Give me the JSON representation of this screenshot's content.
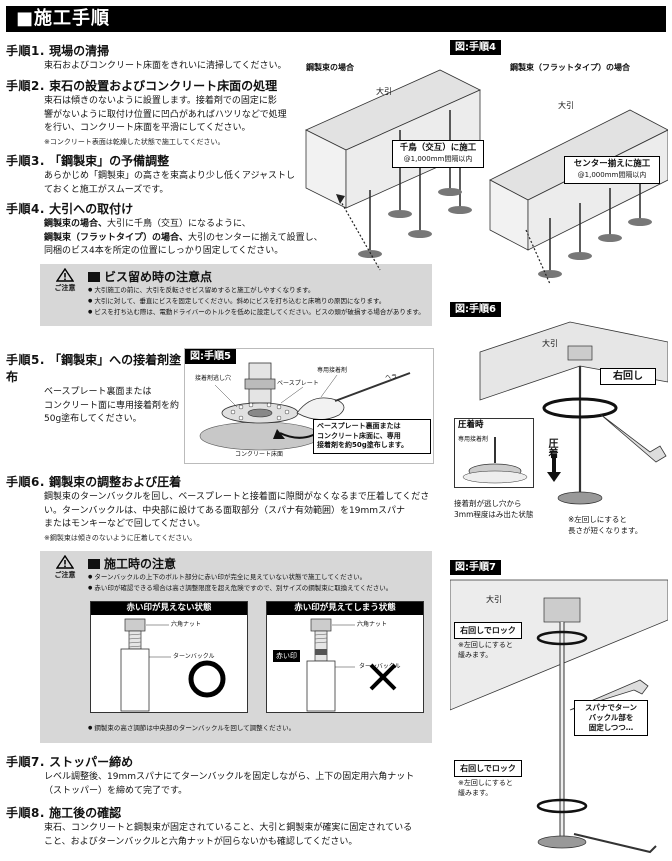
{
  "header": {
    "title": "■施工手順"
  },
  "steps": [
    {
      "num": "手順1.",
      "title": "現場の清掃",
      "lines": [
        "束石およびコンクリート床面をきれいに清掃してください。"
      ]
    },
    {
      "num": "手順2.",
      "title": "束石の設置およびコンクリート床面の処理",
      "lines": [
        "束石は傾きのないように設置します。接着剤での固定に影",
        "響がないように取付け位置に凹凸があればハツリなどで処理",
        "を行い、コンクリート床面を平滑にしてください。"
      ],
      "note": "※コンクリート表面は乾燥した状態で施工してください。"
    },
    {
      "num": "手順3.",
      "title": "「鋼製束」の予備調整",
      "lines": [
        "あらかじめ「鋼製束」の高さを束高より少し低くアジャストし",
        "ておくと施工がスムーズです。"
      ]
    },
    {
      "num": "手順4.",
      "title": "大引への取付け",
      "lines_b": [
        {
          "b": "鋼製束の場合、",
          "t": "大引に千鳥（交互）になるように、"
        },
        {
          "b": "鋼製束（フラットタイプ）の場合、",
          "t": "大引のセンターに揃えて設置し、"
        }
      ],
      "lines": [
        "同梱のビス4本を所定の位置にしっかり固定してください。"
      ]
    },
    {
      "num": "手順5.",
      "title": "「鋼製束」への接着剤塗布",
      "lines": [
        "ベースプレート裏面または",
        "コンクリート面に専用接着剤を約",
        "50g塗布してください。"
      ]
    },
    {
      "num": "手順6.",
      "title": "鋼製束の調整および圧着",
      "lines": [
        "鋼製束のターンバックルを回し、ベースプレートと接着面に隙間がなくなるまで圧着してくださ",
        "い。ターンバックルは、中央部に設けてある面取部分（スパナ有効範囲）を19mmスパナ",
        "またはモンキーなどで回してください。"
      ],
      "note": "※鋼製束は傾きのないように圧着してください。"
    },
    {
      "num": "手順7.",
      "title": "ストッパー締め",
      "lines": [
        "レベル調整後、19mmスパナにてターンバックルを固定しながら、上下の固定用六角ナット",
        "（ストッパー）を締めて完了です。"
      ]
    },
    {
      "num": "手順8.",
      "title": "施工後の確認",
      "lines": [
        "束石、コンクリートと鋼製束が固定されていること、大引と鋼製束が確実に固定されている",
        "こと、およびターンバックルと六角ナットが回らないかも確認してください。"
      ]
    }
  ],
  "caution1": {
    "icon_label": "ご注意",
    "title": "ビス留め時の注意点",
    "items": [
      "大引施工の前に、大引を反転させビス留めすると施工がしやすくなります。",
      "大引に対して、垂直にビスを固定してください。斜めにビスを打ち込むと床鳴りの原因になります。",
      "ビスを打ち込む際は、電動ドライバーのトルクを低めに設定してください。ビスの頭が破損する場合があります。"
    ]
  },
  "caution2": {
    "icon_label": "ご注意",
    "title": "施工時の注意",
    "items": [
      "ターンバックルの上下のボルト部分に赤い印が完全に見えていない状態で施工してください。",
      "赤い印が確認できる場合は高さ調整限度を超え危険ですので、別サイズの鋼製束に取換えてください。"
    ],
    "footer": "鋼製束の高さ調節は中央部のターンバックルを回して調整ください。",
    "ok_box": {
      "head": "赤い印が見えない状態",
      "nut": "六角ナット",
      "tb": "ターンバックル",
      "mark": "○"
    },
    "ng_box": {
      "head": "赤い印が見えてしまう状態",
      "nut": "六角ナット",
      "tb": "ターンバックル",
      "red": "赤い印",
      "mark": "×"
    }
  },
  "fig4": {
    "label": "図:手順4",
    "left_caption": "鋼製束の場合",
    "right_caption": "鋼製束（フラットタイプ）の場合",
    "beam": "大引",
    "callout_left": "千鳥（交互）に施工",
    "callout_left_sub": "@1,000mm間隔以内",
    "callout_right": "センター揃えに施工",
    "callout_right_sub": "@1,000mm間隔以内"
  },
  "fig5": {
    "label": "図:手順5",
    "labels": [
      "接着剤逃し穴",
      "ベースプレート",
      "専用接着剤",
      "ヘラ",
      "コンクリート床面"
    ],
    "callout": [
      "ベースプレート裏面または",
      "コンクリート床面に、専用",
      "接着剤を約50g塗布します。"
    ]
  },
  "fig6": {
    "label": "図:手順6",
    "beam": "大引",
    "rotate": "右回し",
    "press": "圧着",
    "box_head": "圧着時",
    "box_label": "専用接着剤",
    "box_note": [
      "接着剤が逃し穴から",
      "3mm程度はみ出た状態"
    ],
    "note": [
      "※左回しにすると",
      "長さが短くなります。"
    ]
  },
  "fig7": {
    "label": "図:手順7",
    "beam": "大引",
    "lock_top": "右回しでロック",
    "lock_top_note": [
      "※左回しにすると",
      "緩みます。"
    ],
    "spanner": [
      "スパナでターン",
      "バックル部を",
      "固定しつつ…"
    ],
    "lock_bottom": "右回しでロック",
    "lock_bottom_note": [
      "※左回しにすると",
      "緩みます。"
    ]
  }
}
